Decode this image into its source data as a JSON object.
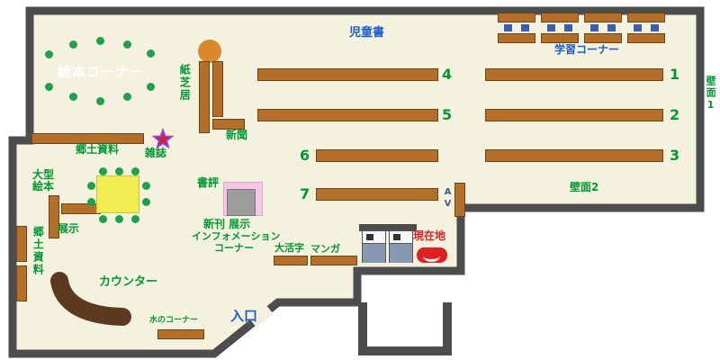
{
  "labels": {
    "children_books": "児童書",
    "study_corner": "学習コーナー",
    "wall_1": "壁面1",
    "wall_2": "壁面2",
    "picture_book_corner": "絵本コーナー",
    "kamishibai": "紙芝居",
    "newspaper": "新聞",
    "magazine": "雑誌",
    "local_materials": "郷土資料",
    "large_format_line1": "大型",
    "large_format_line2": "絵本",
    "exhibit": "展示",
    "local_materials_vertical": "郷土資料",
    "book_review": "書評",
    "new_arrivals_exhibit": "新刊  展示",
    "information_line1": "インフォメーション",
    "information_line2": "コーナー",
    "large_print": "大活字",
    "manga": "マンガ",
    "current_location": "現在地",
    "counter": "カウンター",
    "water_corner": "水のコーナー",
    "entrance": "入口",
    "av": "AV"
  },
  "shelf_numbers": {
    "left": [
      "4",
      "5",
      "6",
      "7"
    ],
    "right": [
      "1",
      "2",
      "3"
    ]
  },
  "colors": {
    "floor": "#f4f1de",
    "wall": "#4d4d4d",
    "shelf": "#b4702a",
    "shelf_border": "#6e4414",
    "green": "#009933",
    "dot_green": "#1fa04c",
    "blue": "#1a5fd0",
    "red": "#e02020",
    "pink": "#f6c8e6",
    "gray_box": "#9c9c9c",
    "yellow": "#f0ec52",
    "counter": "#5c3a20",
    "orange": "#d8892c",
    "chair": "#3a5fae",
    "vending": "#8898b2",
    "star_blue": "#4848d8",
    "star_outline": "#c838c8"
  }
}
